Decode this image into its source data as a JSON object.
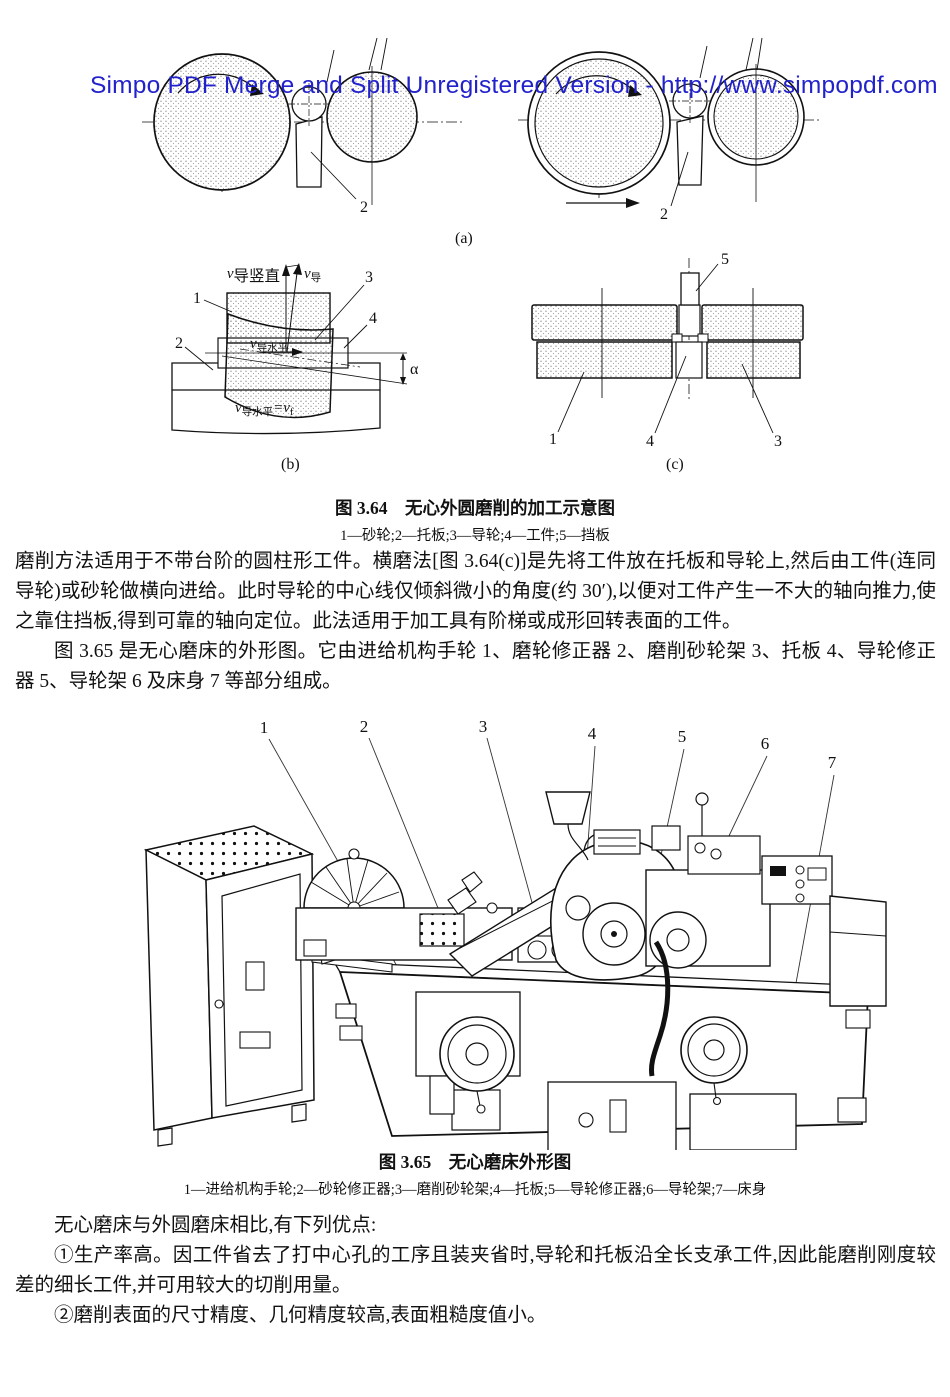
{
  "watermark": {
    "text": "Simpo PDF Merge and Split Unregistered Version - http://www.simpopdf.com",
    "color": "#2222cc"
  },
  "figure_364": {
    "caption": "图 3.64　无心外圆磨削的加工示意图",
    "legend": "1—砂轮;2—托板;3—导轮;4—工件;5—挡板",
    "sublabel_a": "(a)",
    "sublabel_b": "(b)",
    "sublabel_c": "(c)",
    "a_left_blade": "2",
    "a_right_blade": "2",
    "b_label_1": "1",
    "b_label_2": "2",
    "b_label_3": "3",
    "b_label_4": "4",
    "b_alpha": "α",
    "c_label_1": "1",
    "c_label_3": "3",
    "c_label_4": "4",
    "c_label_5": "5",
    "vectors": {
      "v": "v",
      "sub_vertical": "导竖直",
      "sub_guide": "导",
      "sub_horizontal": "导水平",
      "eq": "=v",
      "eq_sub": "f"
    }
  },
  "paragraphs": {
    "p1": "磨削方法适用于不带台阶的圆柱形工件。横磨法[图 3.64(c)]是先将工件放在托板和导轮上,然后由工件(连同导轮)或砂轮做横向进给。此时导轮的中心线仅倾斜微小的角度(约 30′),以便对工件产生一不大的轴向推力,使之靠住挡板,得到可靠的轴向定位。此法适用于加工具有阶梯或成形回转表面的工件。",
    "p2": "图 3.65 是无心磨床的外形图。它由进给机构手轮 1、磨轮修正器 2、磨削砂轮架 3、托板 4、导轮修正器 5、导轮架 6 及床身 7 等部分组成。",
    "p3": "无心磨床与外圆磨床相比,有下列优点:",
    "p4": "①生产率高。因工件省去了打中心孔的工序且装夹省时,导轮和托板沿全长支承工件,因此能磨削刚度较差的细长工件,并可用较大的切削用量。",
    "p5": "②磨削表面的尺寸精度、几何精度较高,表面粗糙度值小。"
  },
  "figure_365": {
    "caption": "图 3.65　无心磨床外形图",
    "legend": "1—进给机构手轮;2—砂轮修正器;3—磨削砂轮架;4—托板;5—导轮修正器;6—导轮架;7—床身",
    "labels": [
      "1",
      "2",
      "3",
      "4",
      "5",
      "6",
      "7"
    ]
  }
}
